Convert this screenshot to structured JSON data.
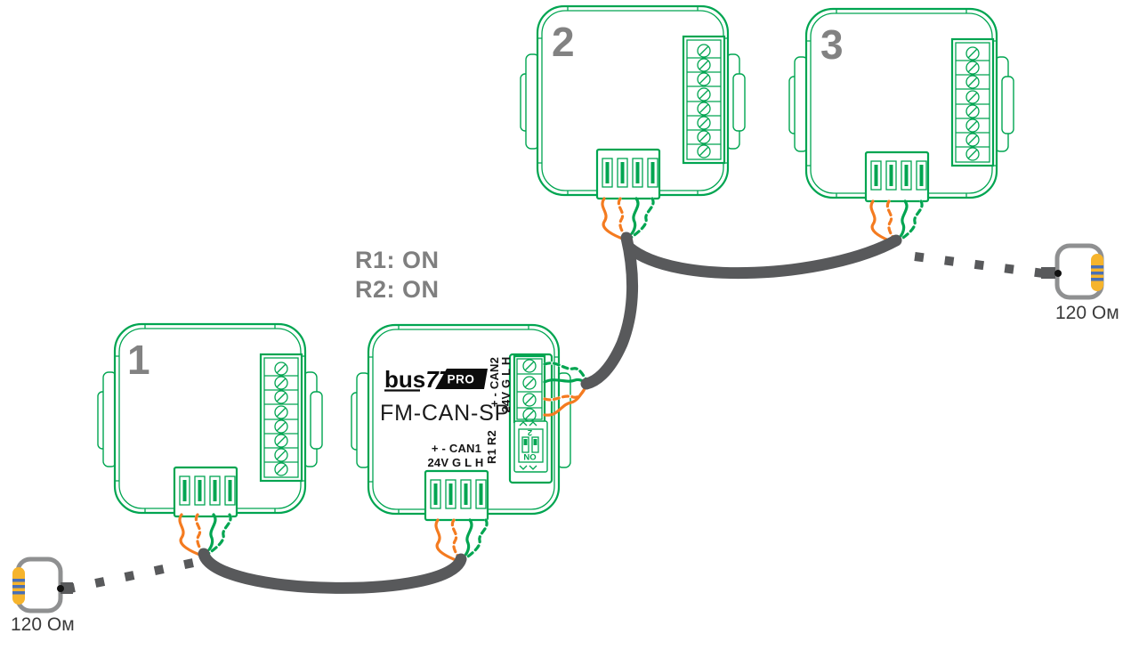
{
  "note": {
    "line1": "R1: ON",
    "line2": "R2: ON"
  },
  "modules": [
    {
      "label": "1"
    },
    {
      "label": "2"
    },
    {
      "label": "3"
    }
  ],
  "central": {
    "brand_prefix": "bus",
    "brand_suffix": "77",
    "badge": "PRO",
    "model": "FM-CAN-SP1",
    "can2_line1": "+  - CAN2",
    "can2_line2": "24V G L H",
    "can1_line1": "+  - CAN1",
    "can1_line2": "24V G L H",
    "dip_side_label": "R1 R2",
    "dip_number": "2",
    "dip_on": "ON"
  },
  "terminators": {
    "left": {
      "label": "120 Ом"
    },
    "right": {
      "label": "120 Ом"
    }
  },
  "colors": {
    "device_green": "#00a551",
    "wire_orange": "#f47b20",
    "cable_gray": "#58595b",
    "annotation_gray": "#7f7f7f",
    "resistor_body_yellow": "#f6b42c",
    "resistor_band_blue": "#4a6fb5",
    "loop_wire_gray": "#8f9091"
  }
}
